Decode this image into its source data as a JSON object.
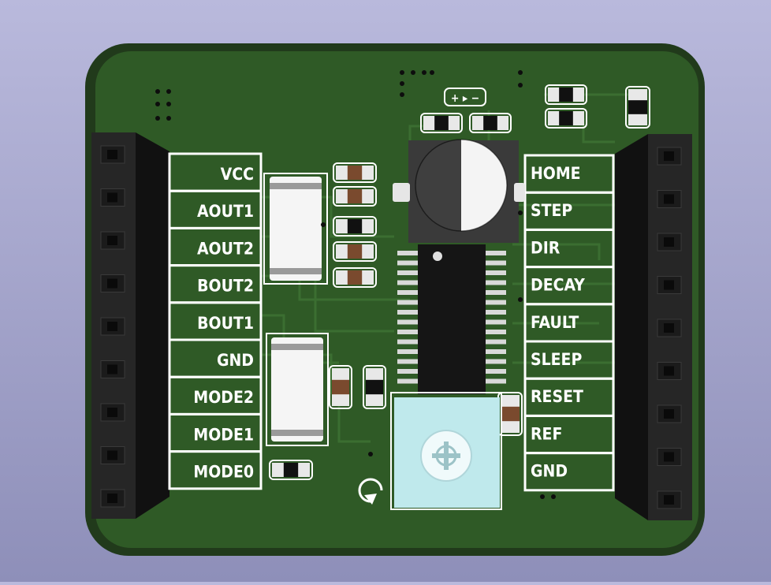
{
  "board": {
    "colors": {
      "board_edge": "#213a1b",
      "board": "#2f5a26",
      "trace": "#3b6e31",
      "silkscreen": "#ffffff",
      "header": "#262626",
      "header_body": "#111111",
      "pin": "#0a0a0a",
      "capacitor_body": "#2b2b2b",
      "capacitor_band": "#ffffff",
      "potentiometer": "#bfe9ec",
      "resistor_body": "#e8e8e8",
      "resistor_mark": "#7a4a2e"
    },
    "left_labels": [
      "VCC",
      "AOUT1",
      "AOUT2",
      "BOUT2",
      "BOUT1",
      "GND",
      "MODE2",
      "MODE1",
      "MODE0"
    ],
    "right_labels": [
      "HOME",
      "STEP",
      "DIR",
      "DECAY",
      "FAULT",
      "SLEEP",
      "RESET",
      "REF",
      "GND"
    ],
    "left_pin_count": 9,
    "right_pin_count": 9,
    "polarity_mark": "+ ▸ −",
    "chip_pins_per_side": 14
  }
}
